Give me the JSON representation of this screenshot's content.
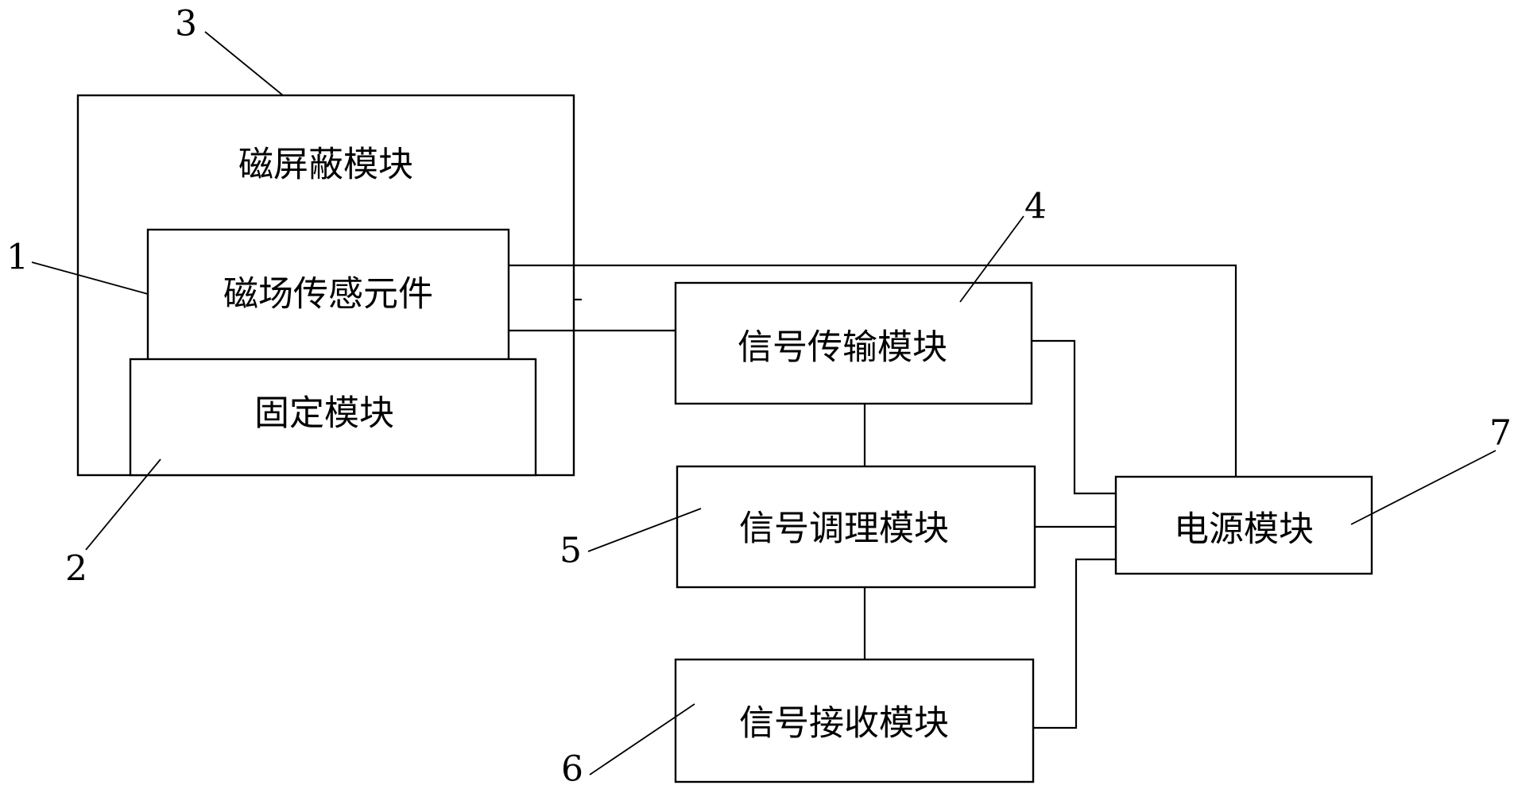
{
  "blocks": {
    "shield": {
      "label": "磁屏蔽模块",
      "ref": "3"
    },
    "sensor": {
      "label": "磁场传感元件",
      "ref": "1"
    },
    "fixing": {
      "label": "固定模块",
      "ref": "2"
    },
    "transmit": {
      "label": "信号传输模块",
      "ref": "4"
    },
    "conditioning": {
      "label": "信号调理模块",
      "ref": "5"
    },
    "receive": {
      "label": "信号接收模块",
      "ref": "6"
    },
    "power": {
      "label": "电源模块",
      "ref": "7"
    }
  }
}
